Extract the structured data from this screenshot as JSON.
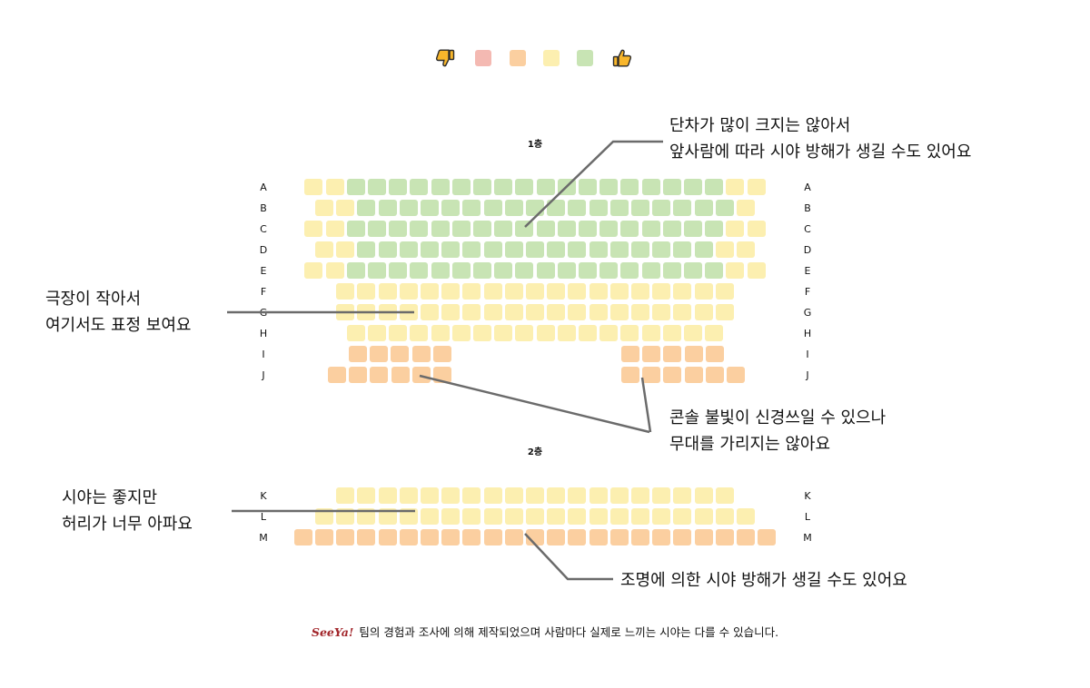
{
  "colors": {
    "bad": "#f4b9b2",
    "fair": "#fbcfa0",
    "good": "#fcefb0",
    "best": "#c8e4b4",
    "thumb": "#f8b62b",
    "thumb_outline": "#2b2b2b",
    "leader": "#6b6b6b",
    "brand": "#a2262b"
  },
  "legend": {
    "left_icon": "thumbs-down-icon",
    "right_icon": "thumbs-up-icon",
    "swatches": [
      "bad",
      "fair",
      "good",
      "best"
    ]
  },
  "floors": [
    {
      "label": "1층",
      "rows": [
        {
          "row": "A",
          "seats": [
            "good",
            "good",
            "best",
            "best",
            "best",
            "best",
            "best",
            "best",
            "best",
            "best",
            "best",
            "best",
            "best",
            "best",
            "best",
            "best",
            "best",
            "best",
            "best",
            "best",
            "good",
            "good"
          ]
        },
        {
          "row": "B",
          "seats": [
            "good",
            "good",
            "best",
            "best",
            "best",
            "best",
            "best",
            "best",
            "best",
            "best",
            "best",
            "best",
            "best",
            "best",
            "best",
            "best",
            "best",
            "best",
            "best",
            "best",
            "good"
          ]
        },
        {
          "row": "C",
          "seats": [
            "good",
            "good",
            "best",
            "best",
            "best",
            "best",
            "best",
            "best",
            "best",
            "best",
            "best",
            "best",
            "best",
            "best",
            "best",
            "best",
            "best",
            "best",
            "best",
            "best",
            "good",
            "good"
          ]
        },
        {
          "row": "D",
          "seats": [
            "good",
            "good",
            "best",
            "best",
            "best",
            "best",
            "best",
            "best",
            "best",
            "best",
            "best",
            "best",
            "best",
            "best",
            "best",
            "best",
            "best",
            "best",
            "best",
            "good",
            "good"
          ]
        },
        {
          "row": "E",
          "seats": [
            "good",
            "good",
            "best",
            "best",
            "best",
            "best",
            "best",
            "best",
            "best",
            "best",
            "best",
            "best",
            "best",
            "best",
            "best",
            "best",
            "best",
            "best",
            "best",
            "best",
            "good",
            "good"
          ]
        },
        {
          "row": "F",
          "seats": [
            "good",
            "good",
            "good",
            "good",
            "good",
            "good",
            "good",
            "good",
            "good",
            "good",
            "good",
            "good",
            "good",
            "good",
            "good",
            "good",
            "good",
            "good",
            "good"
          ]
        },
        {
          "row": "G",
          "seats": [
            "good",
            "good",
            "good",
            "good",
            "good",
            "good",
            "good",
            "good",
            "good",
            "good",
            "good",
            "good",
            "good",
            "good",
            "good",
            "good",
            "good",
            "good",
            "good"
          ]
        },
        {
          "row": "H",
          "seats": [
            "good",
            "good",
            "good",
            "good",
            "good",
            "good",
            "good",
            "good",
            "good",
            "good",
            "good",
            "good",
            "good",
            "good",
            "good",
            "good",
            "good",
            "good"
          ]
        },
        {
          "row": "I",
          "blocks": [
            [
              "fair",
              "fair",
              "fair",
              "fair",
              "fair"
            ],
            [
              "fair",
              "fair",
              "fair",
              "fair",
              "fair"
            ]
          ]
        },
        {
          "row": "J",
          "blocks": [
            [
              "fair",
              "fair",
              "fair",
              "fair",
              "fair",
              "fair"
            ],
            [
              "fair",
              "fair",
              "fair",
              "fair",
              "fair",
              "fair"
            ]
          ]
        }
      ]
    },
    {
      "label": "2층",
      "rows": [
        {
          "row": "K",
          "seats": [
            "good",
            "good",
            "good",
            "good",
            "good",
            "good",
            "good",
            "good",
            "good",
            "good",
            "good",
            "good",
            "good",
            "good",
            "good",
            "good",
            "good",
            "good",
            "good"
          ]
        },
        {
          "row": "L",
          "seats": [
            "good",
            "good",
            "good",
            "good",
            "good",
            "good",
            "good",
            "good",
            "good",
            "good",
            "good",
            "good",
            "good",
            "good",
            "good",
            "good",
            "good",
            "good",
            "good",
            "good",
            "good"
          ]
        },
        {
          "row": "M",
          "seats": [
            "fair",
            "fair",
            "fair",
            "fair",
            "fair",
            "fair",
            "fair",
            "fair",
            "fair",
            "fair",
            "fair",
            "fair",
            "fair",
            "fair",
            "fair",
            "fair",
            "fair",
            "fair",
            "fair",
            "fair",
            "fair",
            "fair",
            "fair"
          ]
        }
      ]
    }
  ],
  "annotations": [
    {
      "lines": [
        "단차가 많이 크지는 않아서",
        "앞사람에 따라 시야 방해가 생길 수도 있어요"
      ]
    },
    {
      "lines": [
        "극장이 작아서",
        "여기서도 표정 보여요"
      ]
    },
    {
      "lines": [
        "콘솔 불빛이 신경쓰일 수 있으나",
        "무대를 가리지는 않아요"
      ]
    },
    {
      "lines": [
        "시야는 좋지만",
        "허리가 너무 아파요"
      ]
    },
    {
      "lines": [
        "조명에 의한 시야 방해가 생길 수도 있어요"
      ]
    }
  ],
  "footer": {
    "brand": "SeeYa!",
    "text": " 팀의 경험과 조사에 의해 제작되었으며 사람마다 실제로 느끼는 시야는 다를 수 있습니다."
  }
}
